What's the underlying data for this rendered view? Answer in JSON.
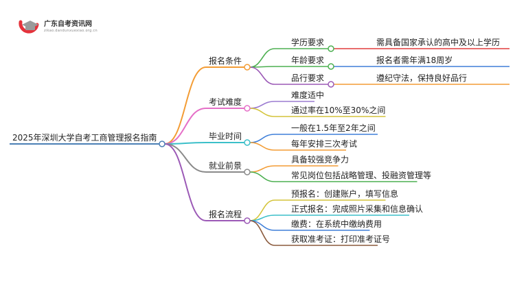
{
  "logo": {
    "site_name": "广东自考资讯网",
    "site_url": "zikao.dandunxuexiao.org.cn",
    "colors": {
      "primary": "#e5323b",
      "secondary": "#9a9a9a"
    }
  },
  "mindmap": {
    "root": "2025年深圳大学自考工商管理报名指南",
    "root_color": "#4a7fb5",
    "branches": [
      {
        "label": "报名条件",
        "color": "#f39c34",
        "children": [
          {
            "label": "学历要求",
            "color": "#4caf50",
            "detail": "需具备国家承认的高中及以上学历",
            "detail_color": "#e03b3b"
          },
          {
            "label": "年龄要求",
            "color": "#4caf50",
            "detail": "报名者需年满18周岁",
            "detail_color": "#3f7fd9"
          },
          {
            "label": "品行要求",
            "color": "#9b59b6",
            "detail": "遵纪守法，保持良好品行",
            "detail_color": "#f39c34"
          }
        ]
      },
      {
        "label": "考试难度",
        "color": "#e56fc7",
        "children": [
          {
            "label": "难度适中",
            "color": "#9b7bd1"
          },
          {
            "label": "通过率在10%至30%之间",
            "color": "#d4c43a"
          }
        ]
      },
      {
        "label": "毕业时间",
        "color": "#3bbfc9",
        "children": [
          {
            "label": "一般在1.5年至2年之间",
            "color": "#3f7fd9"
          },
          {
            "label": "每年安排三次考试",
            "color": "#f39c34"
          }
        ]
      },
      {
        "label": "就业前景",
        "color": "#8a8a8a",
        "children": [
          {
            "label": "具备较强竞争力",
            "color": "#f39c34"
          },
          {
            "label": "常见岗位包括战略管理、投融资管理等",
            "color": "#4caf50"
          }
        ]
      },
      {
        "label": "报名流程",
        "color": "#9b59b6",
        "children": [
          {
            "label": "预报名：创建账户，填写信息",
            "color": "#d4c43a"
          },
          {
            "label": "正式报名：完成照片采集和信息确认",
            "color": "#3bbfc9"
          },
          {
            "label": "缴费：在系统中缴纳费用",
            "color": "#3f7fd9"
          },
          {
            "label": "获取准考证：打印准考证号",
            "color": "#8a5a3c"
          }
        ]
      }
    ]
  }
}
